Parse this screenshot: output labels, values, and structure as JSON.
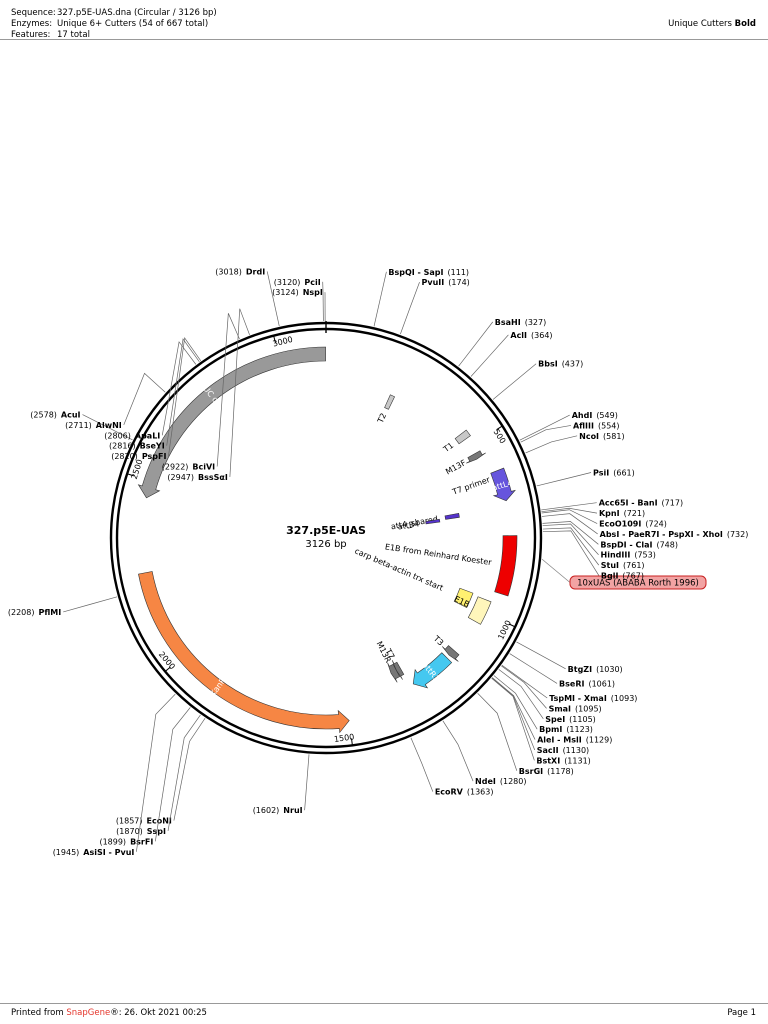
{
  "header": {
    "sequence_label": "Sequence:",
    "sequence_value": "327.p5E-UAS.dna  (Circular / 3126 bp)",
    "enzymes_label": "Enzymes:",
    "enzymes_value": "Unique 6+ Cutters  (54 of 667 total)",
    "features_label": "Features:",
    "features_value": "17 total",
    "right_prefix": "Unique Cutters ",
    "right_bold": "Bold"
  },
  "plasmid": {
    "name": "327.p5E-UAS",
    "size_label": "3126 bp",
    "length": 3126
  },
  "ruler_ticks": [
    {
      "pos": 500,
      "label": "500"
    },
    {
      "pos": 1000,
      "label": "1000"
    },
    {
      "pos": 1500,
      "label": "1500"
    },
    {
      "pos": 2000,
      "label": "2000"
    },
    {
      "pos": 2500,
      "label": "2500"
    },
    {
      "pos": 3000,
      "label": "3000"
    }
  ],
  "features": [
    {
      "name": "pUC ori",
      "start": 2454,
      "end": 3125,
      "dir": -1,
      "ring": 1,
      "color": "#999999",
      "label_in_arc": true
    },
    {
      "name": "KanR",
      "start": 1500,
      "end": 2250,
      "dir": -1,
      "ring": 1,
      "color": "#f68644",
      "label_in_arc": true
    },
    {
      "name": "T2",
      "start": 210,
      "end": 225,
      "dir": 0,
      "ring": 3,
      "color": "#c8c8c8"
    },
    {
      "name": "T1",
      "start": 455,
      "end": 475,
      "dir": 0,
      "ring": 2,
      "color": "#c8c8c8"
    },
    {
      "name": "M13F",
      "start": 525,
      "end": 542,
      "dir": 1,
      "ring": 2,
      "color": "#777777"
    },
    {
      "name": "attL4",
      "start": 595,
      "end": 680,
      "dir": 1,
      "ring": 1,
      "color": "#6655dd",
      "label_in_arc": true
    },
    {
      "name": "T7 primer",
      "start": 600,
      "end": 620,
      "dir": 0,
      "ring": 0,
      "color": "#ffffff"
    },
    {
      "name": "att4_shared",
      "start": 690,
      "end": 705,
      "dir": 0,
      "ring": 4,
      "color": "#5533cc"
    },
    {
      "name": "attB4",
      "start": 700,
      "end": 712,
      "dir": 0,
      "ring": 5,
      "color": "#5533cc"
    },
    {
      "name": "E1B from Reinhard Koester",
      "start": 775,
      "end": 935,
      "dir": 0,
      "ring": 1,
      "color": "#ee0000"
    },
    {
      "name": "carp beta-actin trx start",
      "start": 960,
      "end": 1010,
      "dir": 0,
      "ring": 3,
      "color": "#fff170"
    },
    {
      "name": "E1B",
      "start": 965,
      "end": 1035,
      "dir": 0,
      "ring": 2,
      "color": "#fff6bb"
    },
    {
      "name": "T3",
      "start": 1140,
      "end": 1160,
      "dir": 1,
      "ring": 2,
      "color": "#777777"
    },
    {
      "name": "attR1",
      "start": 1170,
      "end": 1295,
      "dir": 1,
      "ring": 2,
      "color": "#44c8f0",
      "label_in_arc": true
    },
    {
      "name": "T7",
      "start": 1305,
      "end": 1320,
      "dir": 1,
      "ring": 3,
      "color": "#777777"
    },
    {
      "name": "M13R",
      "start": 1320,
      "end": 1340,
      "dir": 1,
      "ring": 3,
      "color": "#777777"
    }
  ],
  "feature_callout": {
    "name": "10xUAS (ABABA Rorth 1996)",
    "pos": 830,
    "color": "#f2a3a3",
    "border": "#c82020"
  },
  "sites": [
    {
      "name": "NspI",
      "pos": 3124,
      "bold": true
    },
    {
      "name": "PciI",
      "pos": 3120,
      "bold": true
    },
    {
      "name": "DrdI",
      "pos": 3018,
      "bold": true
    },
    {
      "name": "BssSαI",
      "pos": 2947,
      "bold": true
    },
    {
      "name": "BciVI",
      "pos": 2922,
      "bold": true
    },
    {
      "name": "PspFI",
      "pos": 2820,
      "bold": true
    },
    {
      "name": "BseYI",
      "pos": 2816,
      "bold": true
    },
    {
      "name": "ApaLI",
      "pos": 2806,
      "bold": true
    },
    {
      "name": "AlwNI",
      "pos": 2711,
      "bold": true
    },
    {
      "name": "AcuI",
      "pos": 2578,
      "bold": true
    },
    {
      "name": "PflMI",
      "pos": 2208,
      "bold": true
    },
    {
      "name": "AsiSI - PvuI",
      "pos": 1945,
      "bold": true
    },
    {
      "name": "BsrFI",
      "pos": 1899,
      "bold": true
    },
    {
      "name": "SspI",
      "pos": 1870,
      "bold": true
    },
    {
      "name": "EcoNI",
      "pos": 1857,
      "bold": true
    },
    {
      "name": "NruI",
      "pos": 1602,
      "bold": true
    },
    {
      "name": "EcoRV",
      "pos": 1363,
      "bold": true
    },
    {
      "name": "NdeI",
      "pos": 1280,
      "bold": true
    },
    {
      "name": "BsrGI",
      "pos": 1178,
      "bold": true
    },
    {
      "name": "BstXI",
      "pos": 1131,
      "bold": true
    },
    {
      "name": "SacII",
      "pos": 1130,
      "bold": true
    },
    {
      "name": "AleI - MslI",
      "pos": 1129,
      "bold": true
    },
    {
      "name": "BpmI",
      "pos": 1123,
      "bold": true
    },
    {
      "name": "SpeI",
      "pos": 1105,
      "bold": true
    },
    {
      "name": "SmaI",
      "pos": 1095,
      "bold": true
    },
    {
      "name": "TspMI - XmaI",
      "pos": 1093,
      "bold": true
    },
    {
      "name": "BseRI",
      "pos": 1061,
      "bold": true
    },
    {
      "name": "BtgZI",
      "pos": 1030,
      "bold": true
    },
    {
      "name": "BglI",
      "pos": 767,
      "bold": true
    },
    {
      "name": "StuI",
      "pos": 761,
      "bold": true
    },
    {
      "name": "HindIII",
      "pos": 753,
      "bold": true
    },
    {
      "name": "BspDI - ClaI",
      "pos": 748,
      "bold": true
    },
    {
      "name": "AbsI - PaeR7I - PspXI - XhoI",
      "pos": 732,
      "bold": true
    },
    {
      "name": "EcoO109I",
      "pos": 724,
      "bold": true
    },
    {
      "name": "KpnI",
      "pos": 721,
      "bold": true
    },
    {
      "name": "Acc65I - BanI",
      "pos": 717,
      "bold": true
    },
    {
      "name": "PsiI",
      "pos": 661,
      "bold": true
    },
    {
      "name": "NcoI",
      "pos": 581,
      "bold": true
    },
    {
      "name": "AflIII",
      "pos": 554,
      "bold": true
    },
    {
      "name": "AhdI",
      "pos": 549,
      "bold": true
    },
    {
      "name": "BbsI",
      "pos": 437,
      "bold": true
    },
    {
      "name": "AclI",
      "pos": 364,
      "bold": true
    },
    {
      "name": "BsaHI",
      "pos": 327,
      "bold": true
    },
    {
      "name": "PvuII",
      "pos": 174,
      "bold": true
    },
    {
      "name": "BspQI - SapI",
      "pos": 111,
      "bold": true
    }
  ],
  "footer": {
    "printed_from": "Printed from ",
    "brand": "SnapGene",
    "reg": "®",
    "date": ":  26. Okt 2021  00:25",
    "page": "Page 1"
  }
}
